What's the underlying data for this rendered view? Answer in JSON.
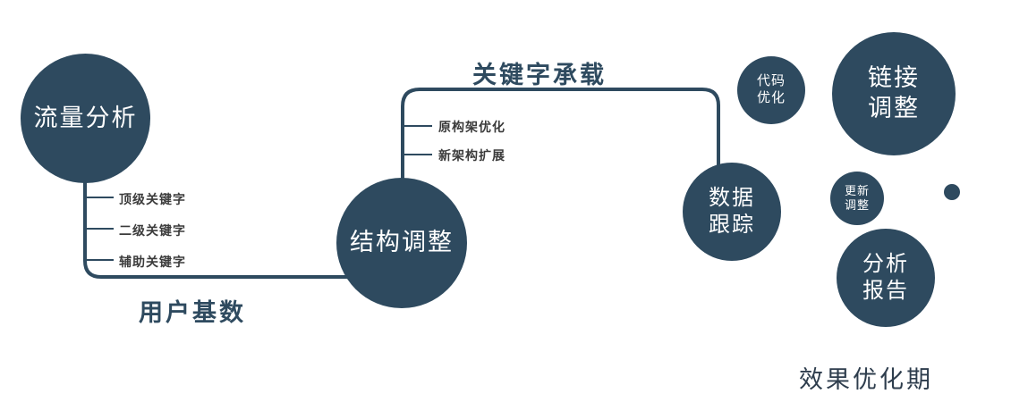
{
  "colors": {
    "primary": "#2e4a5f",
    "branch_text": "#3b3b3b",
    "background": "#ffffff"
  },
  "nodes": {
    "traffic_analysis": {
      "label": "流量分析"
    },
    "structure_adjust": {
      "label": "结构调整"
    },
    "data_tracking": {
      "line1": "数据",
      "line2": "跟踪"
    },
    "code_optimization": {
      "line1": "代码",
      "line2": "优化"
    },
    "link_adjustment": {
      "line1": "链接",
      "line2": "调整"
    },
    "update_adjustment": {
      "line1": "更新",
      "line2": "调整"
    },
    "analysis_report": {
      "line1": "分析",
      "line2": "报告"
    }
  },
  "edge_labels": {
    "user_base": "用户基数",
    "keyword_carry": "关键字承载"
  },
  "branch_labels": {
    "traffic": [
      "顶级关键字",
      "二级关键字",
      "辅助关键字"
    ],
    "structure": [
      "原构架优化",
      "新架构扩展"
    ]
  },
  "caption": "效果优化期"
}
